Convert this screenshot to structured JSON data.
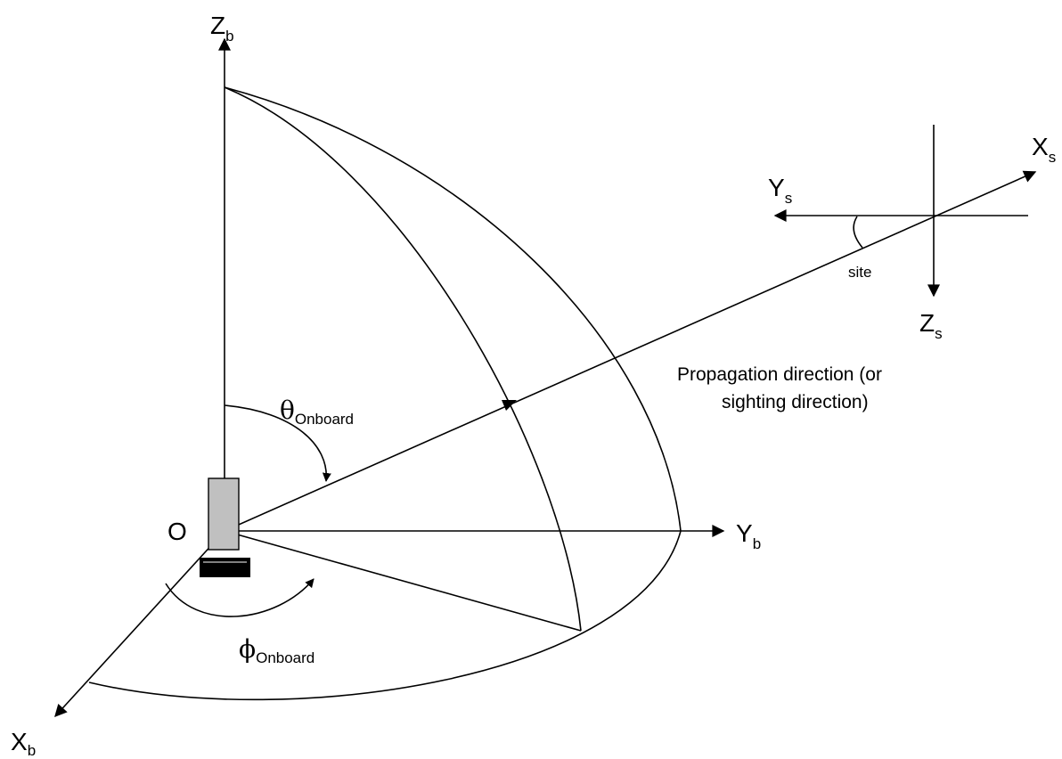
{
  "diagram": {
    "axes": {
      "zb": {
        "main": "Z",
        "sub": "b"
      },
      "yb": {
        "main": "Y",
        "sub": "b"
      },
      "xb": {
        "main": "X",
        "sub": "b"
      },
      "xs": {
        "main": "X",
        "sub": "s"
      },
      "ys": {
        "main": "Y",
        "sub": "s"
      },
      "zs": {
        "main": "Z",
        "sub": "s"
      }
    },
    "origin_label": "O",
    "theta": {
      "symbol": "θ",
      "sub": "Onboard"
    },
    "phi": {
      "symbol": "ϕ",
      "sub": "Onboard"
    },
    "site_label": "site",
    "propagation_line1": "Propagation direction (or",
    "propagation_line2": "sighting direction)",
    "colors": {
      "stroke": "#000000",
      "antenna_fill": "#c0c0c0",
      "base_fill": "#000000"
    }
  }
}
